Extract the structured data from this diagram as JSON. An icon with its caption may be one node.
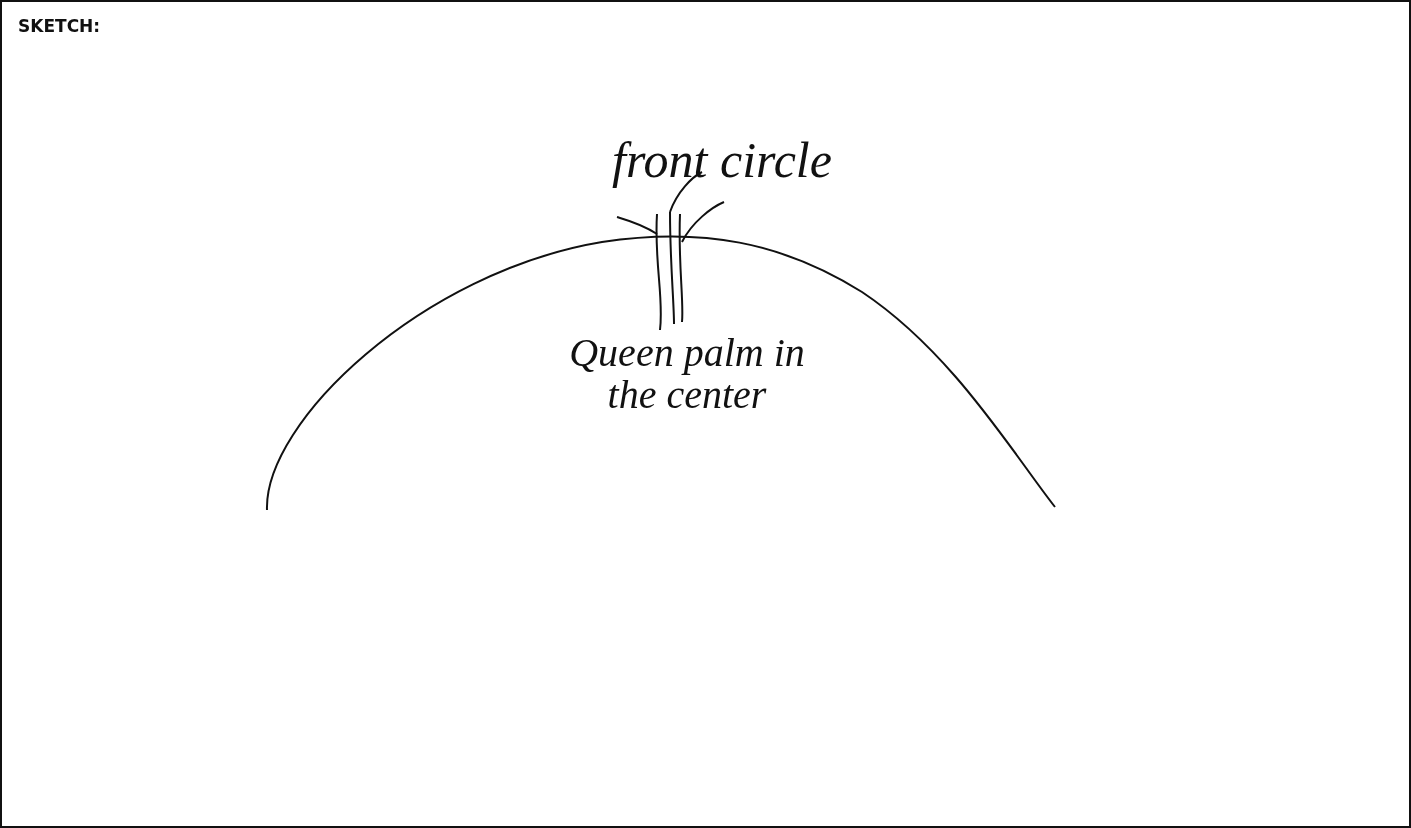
{
  "diagram": {
    "title": "SKETCH:",
    "labels": [
      "front circle",
      "Queen palm in the center"
    ]
  }
}
